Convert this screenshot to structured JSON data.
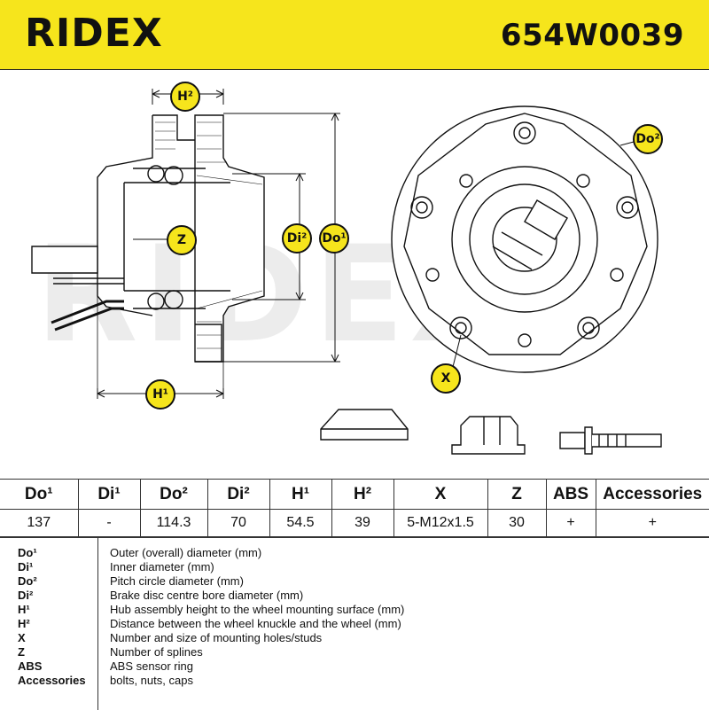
{
  "header": {
    "brand": "RIDEX",
    "part_number": "654W0039"
  },
  "watermark": "RIDEX",
  "callouts": {
    "h2": "H²",
    "h1": "H¹",
    "z": "Z",
    "di2": "Di²",
    "do1": "Do¹",
    "do2": "Do²",
    "x": "X"
  },
  "table": {
    "headers": [
      "Do¹",
      "Di¹",
      "Do²",
      "Di²",
      "H¹",
      "H²",
      "X",
      "Z",
      "ABS",
      "Accessories"
    ],
    "values": [
      "137",
      "-",
      "114.3",
      "70",
      "54.5",
      "39",
      "5-M12x1.5",
      "30",
      "+",
      "+"
    ]
  },
  "legend": [
    {
      "key": "Do¹",
      "desc": "Outer (overall) diameter (mm)"
    },
    {
      "key": "Di¹",
      "desc": "Inner diameter (mm)"
    },
    {
      "key": "Do²",
      "desc": "Pitch circle diameter (mm)"
    },
    {
      "key": "Di²",
      "desc": "Brake disc centre bore diameter (mm)"
    },
    {
      "key": "H¹",
      "desc": "Hub assembly height to the wheel mounting surface (mm)"
    },
    {
      "key": "H²",
      "desc": "Distance between the wheel knuckle and the wheel (mm)"
    },
    {
      "key": "X",
      "desc": "Number and size of mounting holes/studs"
    },
    {
      "key": "Z",
      "desc": "Number of splines"
    },
    {
      "key": "ABS",
      "desc": "ABS sensor ring"
    },
    {
      "key": "Accessories",
      "desc": "bolts, nuts, caps"
    }
  ],
  "colors": {
    "brand_yellow": "#f6e51c",
    "line": "#111111"
  }
}
